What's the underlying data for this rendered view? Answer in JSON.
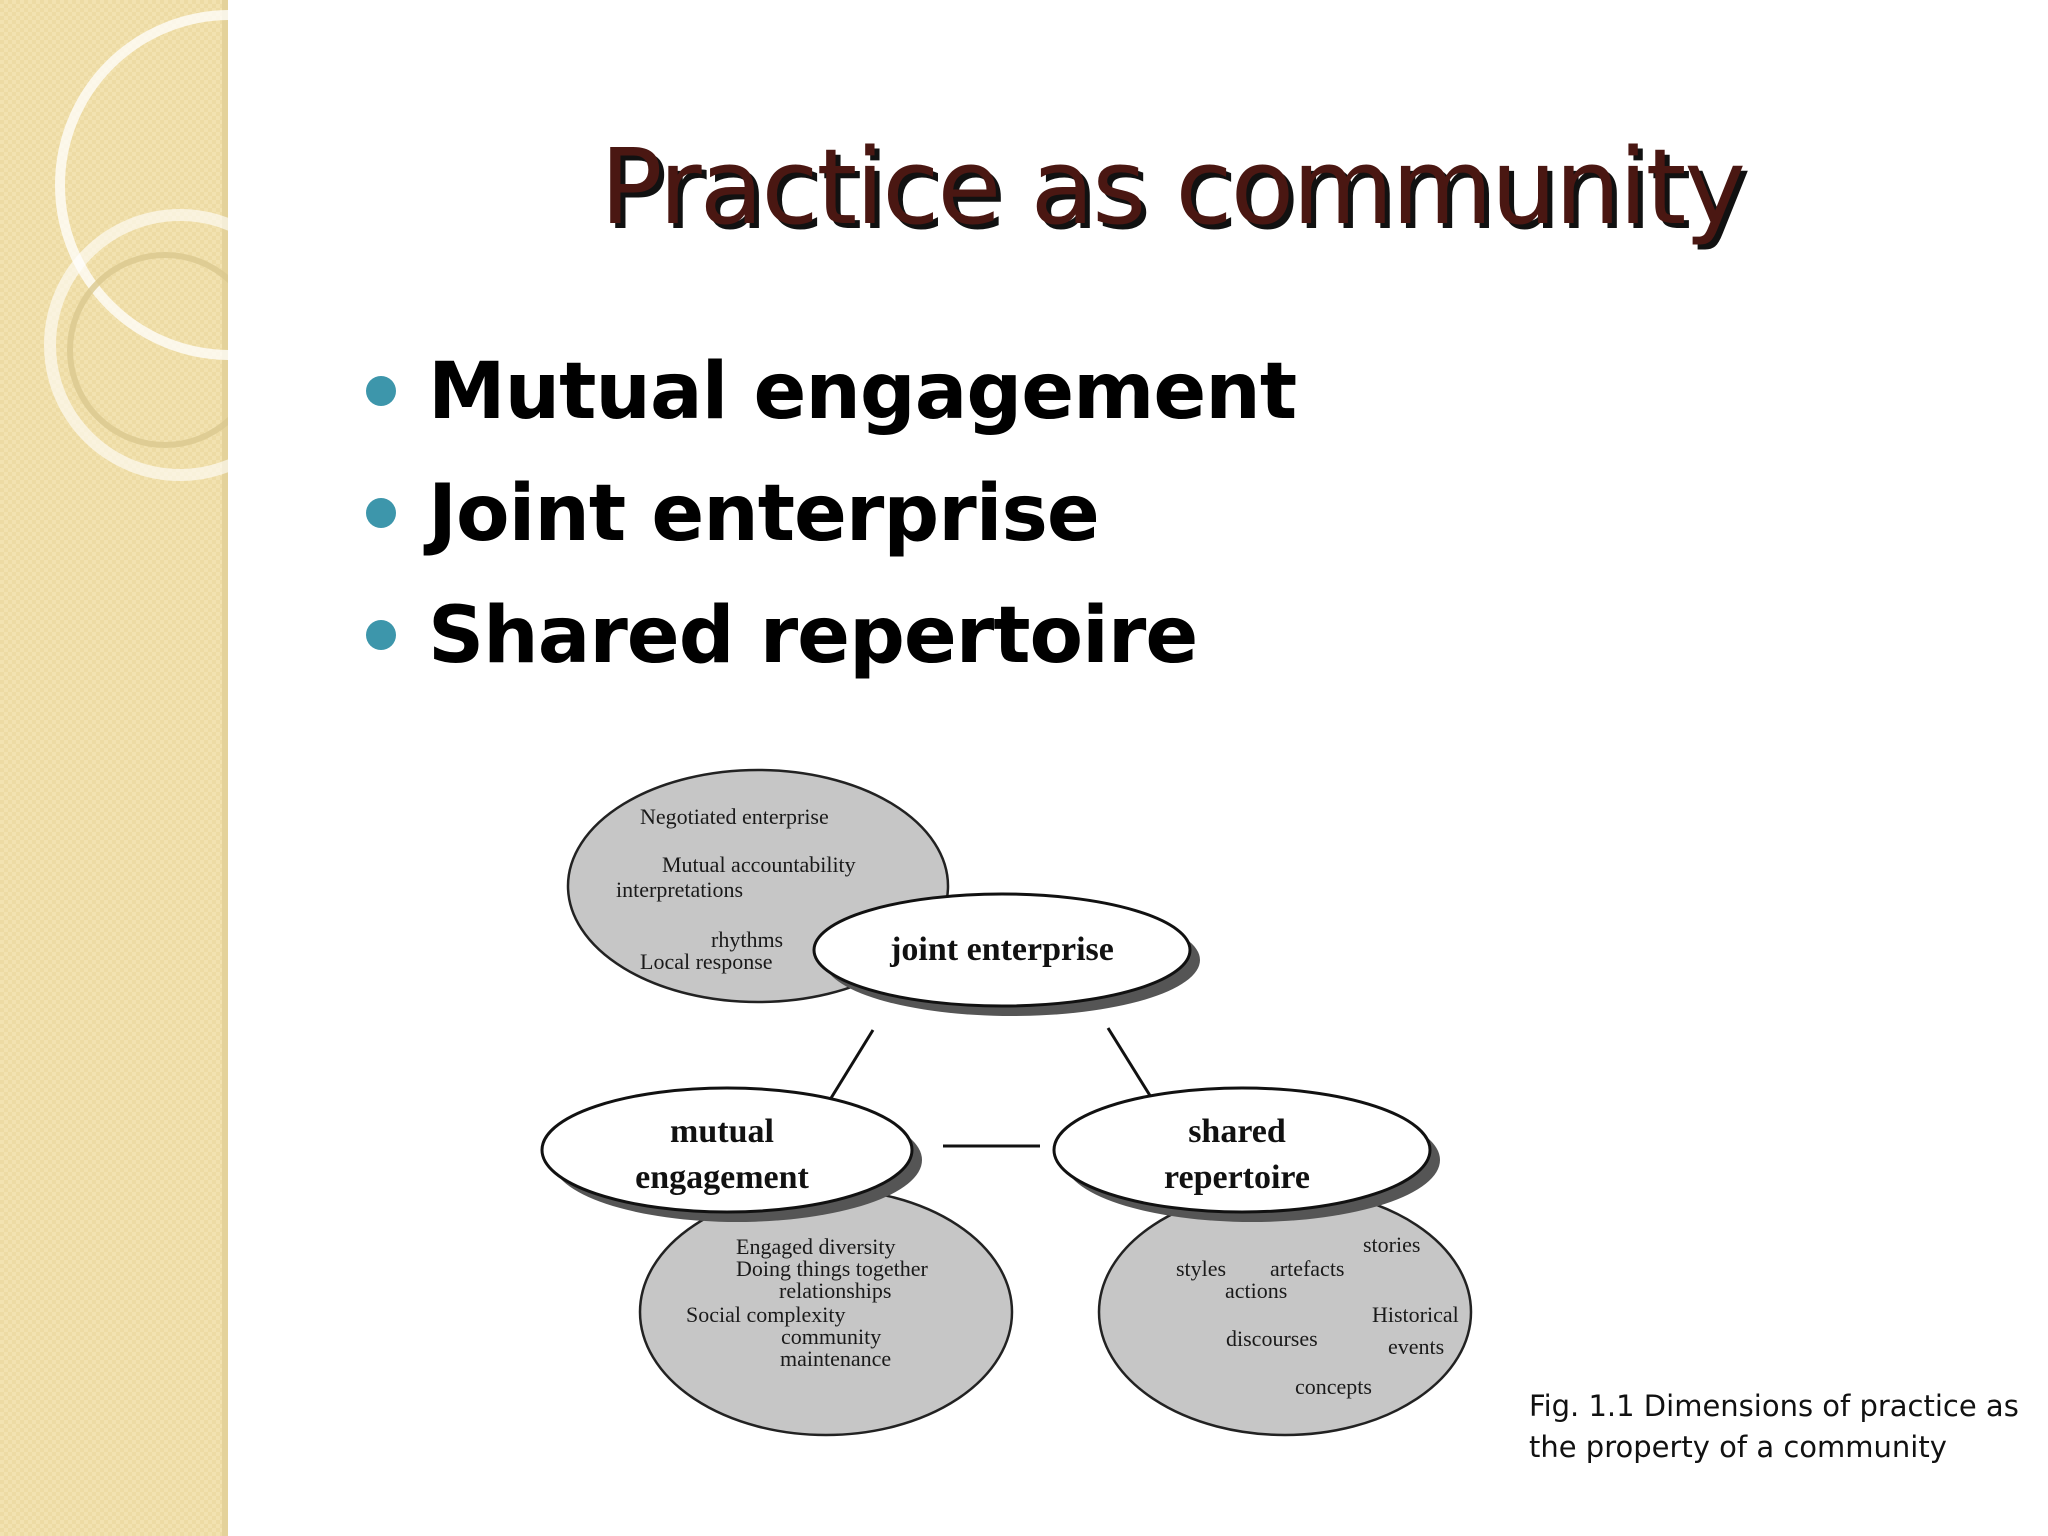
{
  "slide": {
    "title": "Practice as community",
    "bullets": [
      "Mutual engagement",
      "Joint enterprise",
      "Shared repertoire"
    ],
    "bullet_color": "#3d96ab",
    "title_color": "#4a1712",
    "sidebar_color": "#f2e2b0"
  },
  "figure": {
    "nodes": {
      "joint": "joint enterprise",
      "mutual": [
        "mutual",
        "engagement"
      ],
      "shared": [
        "shared",
        "repertoire"
      ]
    },
    "joint_terms": [
      "Negotiated enterprise",
      "Mutual accountability",
      "interpretations",
      "rhythms",
      "Local response"
    ],
    "mutual_terms": [
      "Engaged diversity",
      "Doing things together",
      "relationships",
      "Social complexity",
      "community",
      "maintenance"
    ],
    "shared_terms": [
      "stories",
      "styles",
      "artefacts",
      "actions",
      "Historical",
      "events",
      "discourses",
      "concepts"
    ],
    "caption": [
      "Fig. 1.1 Dimensions of practice as",
      "the property of a community"
    ]
  }
}
